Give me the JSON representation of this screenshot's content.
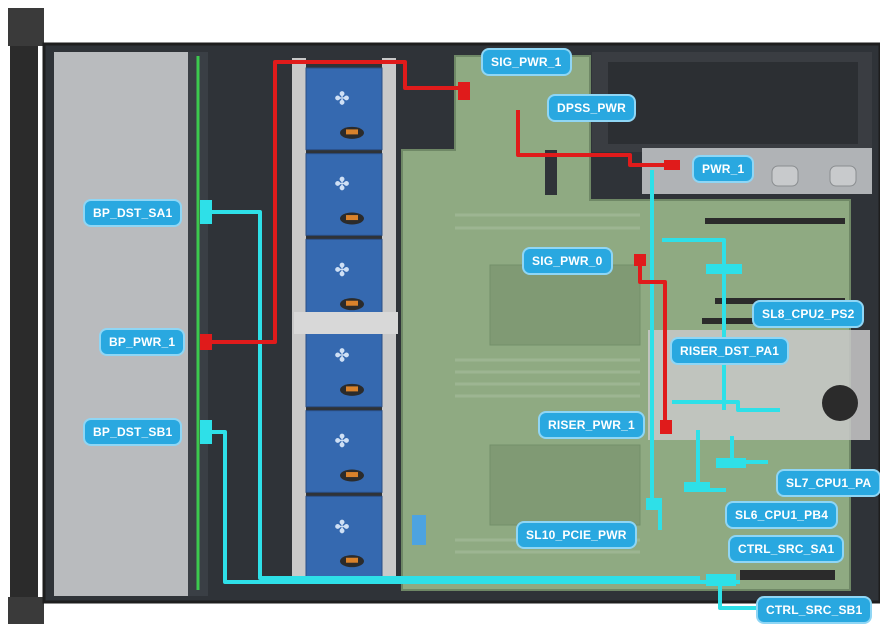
{
  "colors": {
    "server_outline": "#2b2b2b",
    "chassis_bg": "#2f3338",
    "drive_bay": "#b9bbbe",
    "fan_blue": "#3569b0",
    "motherboard": "#8faa82",
    "psu": "#3a3d42",
    "riser": "#c9c9c9",
    "signal_cable": "#2ee0e8",
    "power_cable": "#e01b1b",
    "label_bg": "#29a8e0",
    "label_text": "#ffffff",
    "green_rail": "#3cc94e"
  },
  "fans": {
    "count": 6,
    "icon": "fan-icon"
  },
  "labels": {
    "sig_pwr_1": "SIG_PWR_1",
    "dpss_pwr": "DPSS_PWR",
    "pwr_1": "PWR_1",
    "bp_dst_sa1": "BP_DST_SA1",
    "bp_pwr_1": "BP_PWR_1",
    "bp_dst_sb1": "BP_DST_SB1",
    "sig_pwr_0": "SIG_PWR_0",
    "sl8_cpu2_ps2": "SL8_CPU2_PS2",
    "riser_dst_pa1": "RISER_DST_PA1",
    "riser_pwr_1": "RISER_PWR_1",
    "sl7_cpu1_pa": "SL7_CPU1_PA",
    "sl6_cpu1_pb4": "SL6_CPU1_PB4",
    "sl10_pcie_pwr": "SL10_PCIE_PWR",
    "ctrl_src_sa1": "CTRL_SRC_SA1",
    "ctrl_src_sb1": "CTRL_SRC_SB1"
  }
}
